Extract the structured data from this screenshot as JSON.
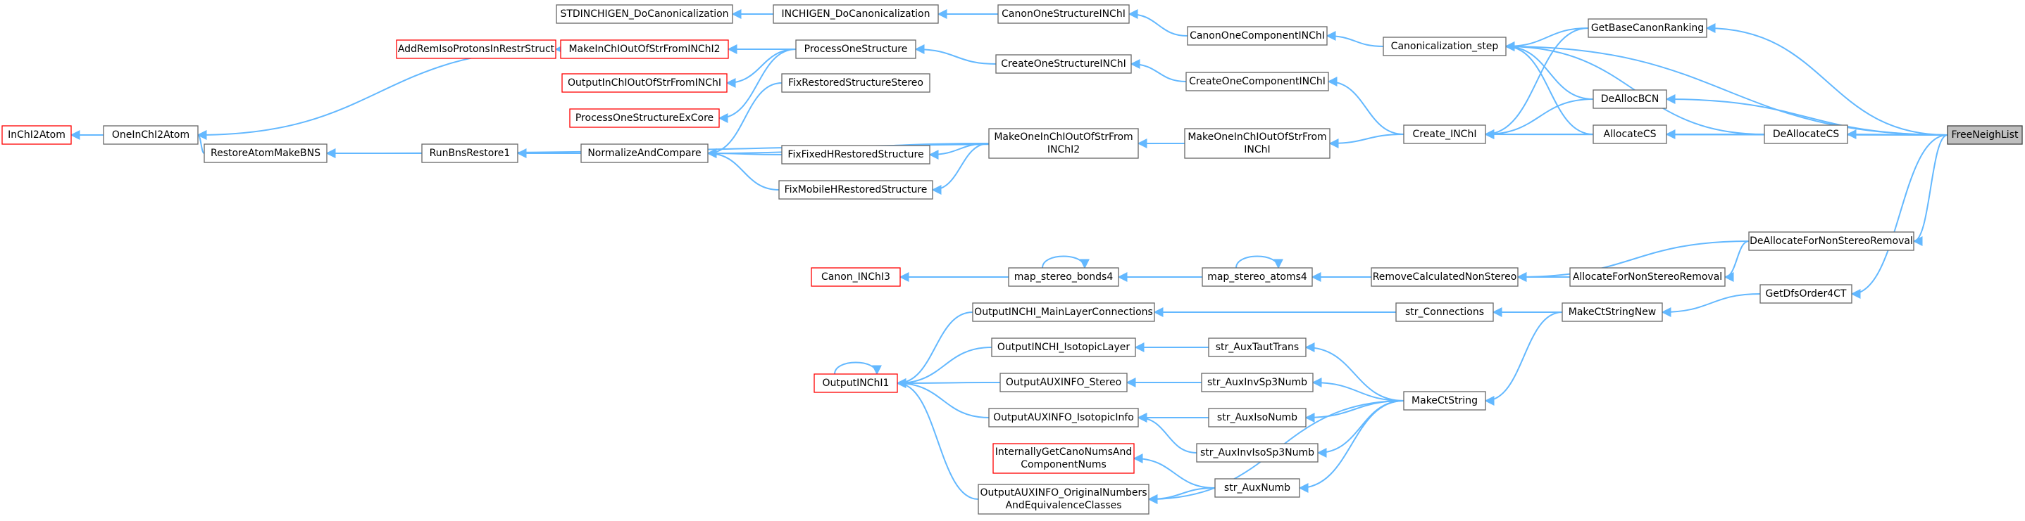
{
  "colors": {
    "edge": "#63b8ff",
    "node_border": "#666666",
    "external_node_border": "#ff0000",
    "focus_node_fill": "#bfbfbf"
  },
  "nodes": {
    "freeneighlist": "FreeNeighList",
    "getbasecanonranking": "GetBaseCanonRanking",
    "deallocbcn": "DeAllocBCN",
    "allocatecs": "AllocateCS",
    "deallocatecs": "DeAllocateCS",
    "deallocatefornonstereoremoval": "DeAllocateForNonStereoRemoval",
    "allocatefornonstereoremoval": "AllocateForNonStereoRemoval",
    "getdfsorder4ct": "GetDfsOrder4CT",
    "canonicalization_step": "Canonicalization_step",
    "create_inchi": "Create_INChI",
    "removecalculatednonstereo": "RemoveCalculatedNonStereo",
    "makectstringnew": "MakeCtStringNew",
    "canononecomponentinchi": "CanonOneComponentINChI",
    "createonecomponentinchi": "CreateOneComponentINChI",
    "makeoneinchioutofstrfrominchi": [
      "MakeOneInChIOutOfStrFrom",
      "INChI"
    ],
    "canononestructureinchi": "CanonOneStructureINChI",
    "createonestructureinchi": "CreateOneStructureINChI",
    "inchigen_docanonicalization": "INCHIGEN_DoCanonicalization",
    "stdinchigen_docanonicalization": "STDINCHIGEN_DoCanonicalization",
    "processonestructure": "ProcessOneStructure",
    "makeinchioutofstrfrominchi2": "MakeInChIOutOfStrFromINChI2",
    "addremisoprotonsinrestrstruct": "AddRemIsoProtonsInRestrStruct",
    "outputinchioutofstrfrominchi": "OutputInChIOutOfStrFromINChI",
    "processonestructureexcore": "ProcessOneStructureExCore",
    "fixrestoredstructurestereo": "FixRestoredStructureStereo",
    "makeoneinchioutofstrfrominchi2": [
      "MakeOneInChIOutOfStrFrom",
      "INChI2"
    ],
    "fixfixedhrestoredstructure": "FixFixedHRestoredStructure",
    "fixmobilehrestoredstructure": "FixMobileHRestoredStructure",
    "normalizeandcompare": "NormalizeAndCompare",
    "runbnsrestore1": "RunBnsRestore1",
    "restoreatommakebns": "RestoreAtomMakeBNS",
    "oneinchi2atom": "OneInChI2Atom",
    "inchi2atom": "InChI2Atom",
    "map_stereo_atoms4": "map_stereo_atoms4",
    "map_stereo_bonds4": "map_stereo_bonds4",
    "canon_inchi3": "Canon_INChI3",
    "str_connections": "str_Connections",
    "outputinchi_mainlayerconnections": "OutputINCHI_MainLayerConnections",
    "makectstring": "MakeCtString",
    "str_auxtauttrans": "str_AuxTautTrans",
    "str_auxinvsp3numb": "str_AuxInvSp3Numb",
    "str_auxisonumb": "str_AuxIsoNumb",
    "str_auxinvisosp3numb": "str_AuxInvIsoSp3Numb",
    "str_auxnumb": "str_AuxNumb",
    "outputinchi_isotopiclayer": "OutputINCHI_IsotopicLayer",
    "outputauxinfo_stereo": "OutputAUXINFO_Stereo",
    "outputauxinfo_isotopicinfo": "OutputAUXINFO_IsotopicInfo",
    "outputauxinfo_originalnumbersandequivalenceclasses": [
      "OutputAUXINFO_OriginalNumbers",
      "AndEquivalenceClasses"
    ],
    "internallygetcanonumsandcomponentnums": [
      "InternallyGetCanoNumsAnd",
      "ComponentNums"
    ],
    "outputinchi1": "OutputINChI1"
  }
}
